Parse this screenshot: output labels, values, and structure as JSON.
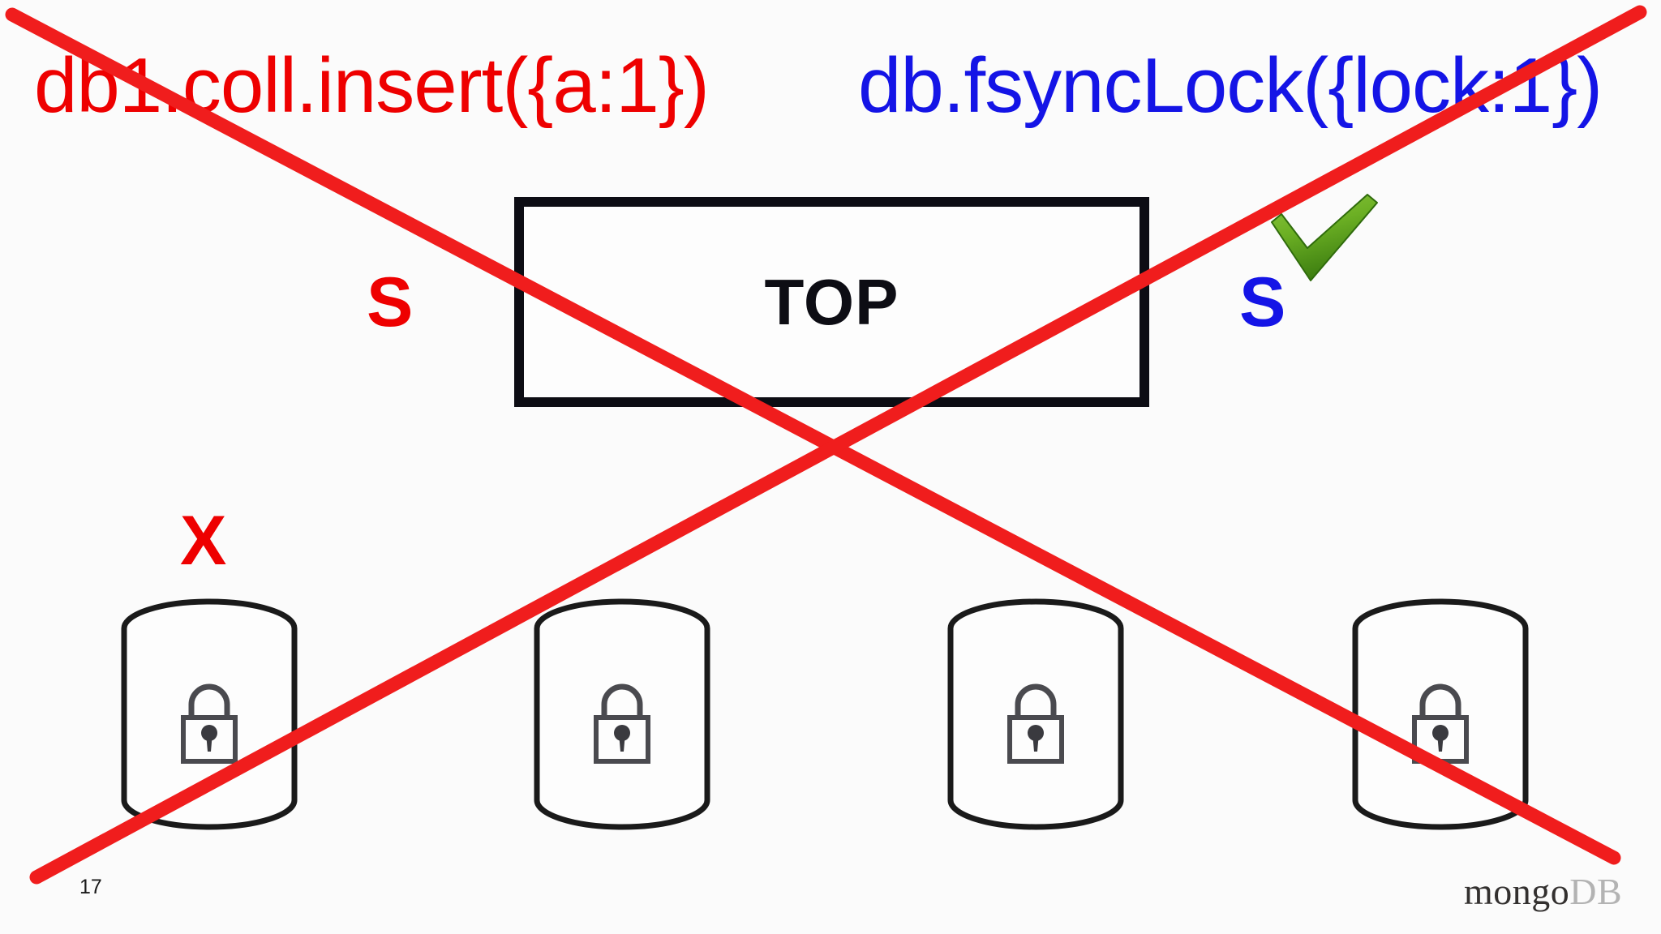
{
  "slide": {
    "background_color": "#fbfbfb",
    "slide_number": "17",
    "crossed_out": true
  },
  "commands": {
    "write": {
      "text": "db1.coll.insert({a:1})",
      "color": "#ee0000",
      "name": "insert-command"
    },
    "fsync": {
      "text": "db.fsyncLock({lock:1})",
      "color": "#1414e6",
      "name": "fsynclock-command"
    }
  },
  "top_box": {
    "label": "TOP",
    "border_color": "#0d0d14"
  },
  "lock_modes": [
    {
      "label": "S",
      "color": "#ee0000",
      "owner": "insert-command",
      "target": "top-box"
    },
    {
      "label": "S",
      "color": "#1414e6",
      "owner": "fsynclock-command",
      "target": "top-box"
    },
    {
      "label": "X",
      "color": "#ee0000",
      "owner": "insert-command",
      "target": "database-1"
    }
  ],
  "status": {
    "check": {
      "icon": "green-check-icon",
      "color": "#5fae28"
    },
    "cross_out": {
      "icon": "red-cross-out",
      "color": "#f01d1d"
    }
  },
  "databases": [
    {
      "id": "database-1",
      "lock_icon": "padlock-icon",
      "locked": true
    },
    {
      "id": "database-2",
      "lock_icon": "padlock-icon",
      "locked": true
    },
    {
      "id": "database-3",
      "lock_icon": "padlock-icon",
      "locked": true
    },
    {
      "id": "database-4",
      "lock_icon": "padlock-icon",
      "locked": true
    }
  ],
  "footer": {
    "slide_number": "17",
    "logo": {
      "primary": "mongo",
      "secondary": "DB"
    }
  }
}
